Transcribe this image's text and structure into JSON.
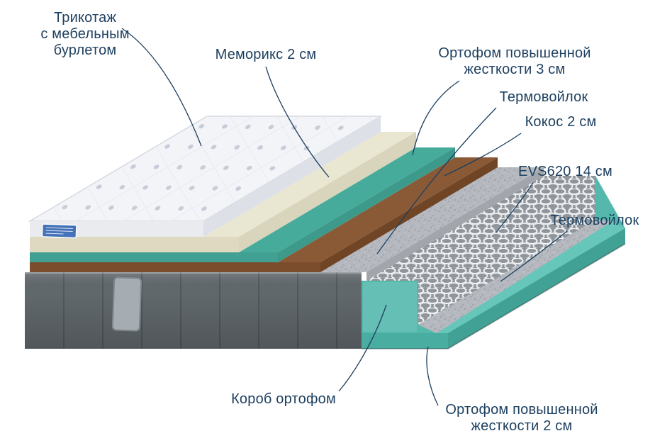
{
  "diagram": {
    "subject": "mattress-layers-cutaway",
    "labels": {
      "cover": {
        "lines": [
          "Трикотаж",
          "с мебельным",
          "бурлетом"
        ]
      },
      "memorix": {
        "lines": [
          "Меморикс 2 см"
        ]
      },
      "orthofoam_top": {
        "lines": [
          "Ортофом повышенной",
          "жесткости 3 см"
        ]
      },
      "thermofelt_upper": {
        "lines": [
          "Термовойлок"
        ]
      },
      "coconut": {
        "lines": [
          "Кокос 2 см"
        ]
      },
      "springs": {
        "lines": [
          "EVS620 14 см"
        ]
      },
      "thermofelt_lower": {
        "lines": [
          "Термовойлок"
        ]
      },
      "foam_box": {
        "lines": [
          "Короб ортофом"
        ]
      },
      "orthofoam_bottom": {
        "lines": [
          "Ортофом повышенной",
          "жесткости 2 см"
        ]
      }
    },
    "colors": {
      "label_text": "#1d3f5f",
      "leader_line": "#1d3f5f",
      "quilt": "#f3f4f7",
      "quilt_front": "#e9ebef",
      "memorix_foam": "#e9e6d2",
      "orthofoam": "#47ab9b",
      "coconut_coir": "#8a5a36",
      "thermofelt": "#b5b9bf",
      "springs_base": "#8f959b",
      "box_cover": "#62696d",
      "base_foam": "#54b8ac",
      "tag": "#4573b9"
    }
  }
}
